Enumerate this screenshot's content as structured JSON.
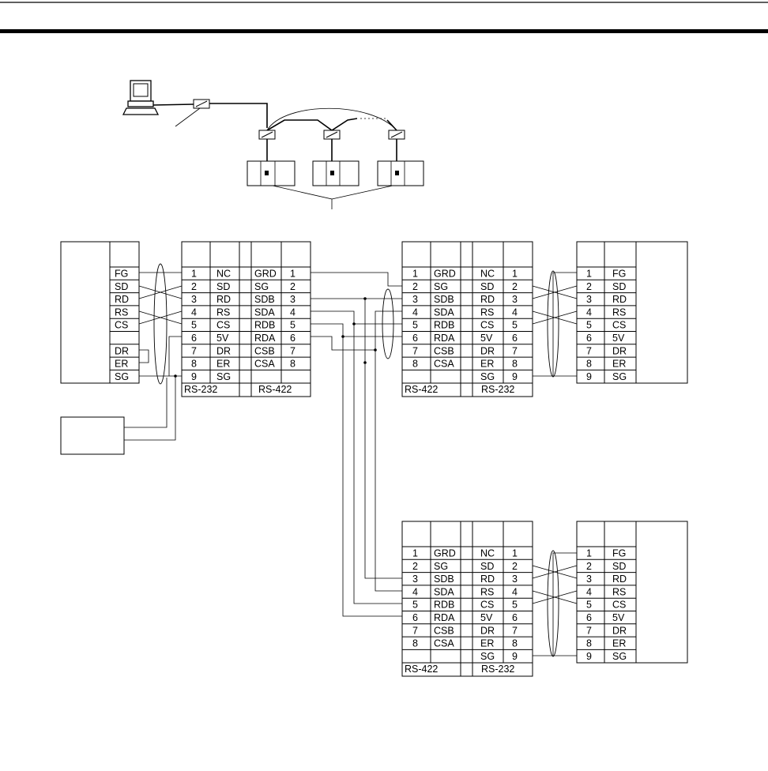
{
  "connectors": {
    "host_block": {
      "pins": [
        "FG",
        "SD",
        "RD",
        "RS",
        "CS",
        "",
        "DR",
        "ER",
        "SG"
      ]
    },
    "adapter_main": {
      "rs232_nums": [
        "1",
        "2",
        "3",
        "4",
        "5",
        "6",
        "7",
        "8",
        "9"
      ],
      "rs232_sigs": [
        "NC",
        "SD",
        "RD",
        "RS",
        "CS",
        "5V",
        "DR",
        "ER",
        "SG"
      ],
      "rs422_sigs": [
        "GRD",
        "SG",
        "SDB",
        "SDA",
        "RDB",
        "RDA",
        "CSB",
        "CSA",
        ""
      ],
      "rs422_nums": [
        "1",
        "2",
        "3",
        "4",
        "5",
        "6",
        "7",
        "8",
        ""
      ],
      "label_left": "RS-232",
      "label_right": "RS-422"
    },
    "adapter_remote": {
      "rs422_nums": [
        "1",
        "2",
        "3",
        "4",
        "5",
        "6",
        "7",
        "8",
        ""
      ],
      "rs422_sigs": [
        "GRD",
        "SG",
        "SDB",
        "SDA",
        "RDB",
        "RDA",
        "CSB",
        "CSA",
        ""
      ],
      "rs232_sigs": [
        "NC",
        "SD",
        "RD",
        "RS",
        "CS",
        "5V",
        "DR",
        "ER",
        "SG"
      ],
      "rs232_nums": [
        "1",
        "2",
        "3",
        "4",
        "5",
        "6",
        "7",
        "8",
        "9"
      ],
      "label_left": "RS-422",
      "label_right": "RS-232"
    },
    "device_block": {
      "nums": [
        "1",
        "2",
        "3",
        "4",
        "5",
        "6",
        "7",
        "8",
        "9"
      ],
      "sigs": [
        "FG",
        "SD",
        "RD",
        "RS",
        "CS",
        "5V",
        "DR",
        "ER",
        "SG"
      ]
    }
  }
}
